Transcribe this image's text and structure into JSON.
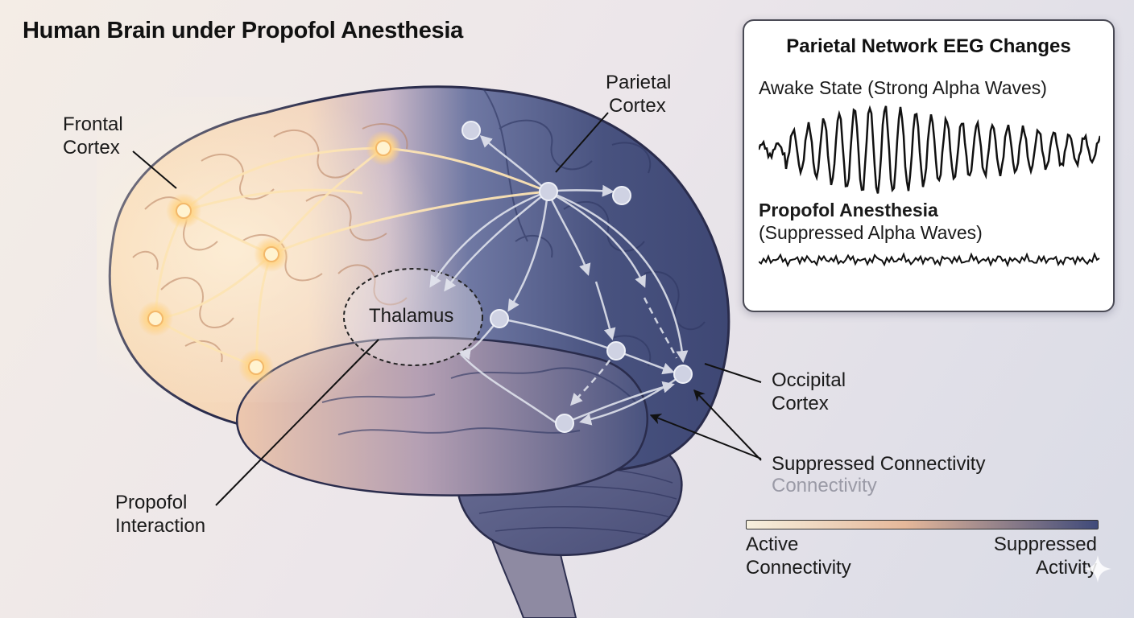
{
  "title": "Human Brain under Propofol Anesthesia",
  "labels": {
    "frontal_line1": "Frontal",
    "frontal_line2": "Cortex",
    "parietal_line1": "Parietal",
    "parietal_line2": "Cortex",
    "thalamus": "Thalamus",
    "occipital_line1": "Occipital",
    "occipital_line2": "Cortex",
    "propofol_line1": "Propofol",
    "propofol_line2": "Interaction",
    "suppressed_connectivity": "Suppressed Connectivity",
    "connectivity_echo": "Connectivity"
  },
  "eeg_panel": {
    "title": "Parietal Network EEG Changes",
    "awake_label": "Awake State (Strong Alpha Waves)",
    "propofol_title": "Propofol Anesthesia",
    "propofol_subtitle": "(Suppressed Alpha Waves)"
  },
  "legend": {
    "left_line1": "Active",
    "left_line2": "Connectivity",
    "right_line1": "Suppressed",
    "right_line2": "Activity",
    "gradient_start": "#f6f0de",
    "gradient_mid": "#e6b89a",
    "gradient_end": "#3f4a7a"
  },
  "colors": {
    "active": "#f6c67a",
    "suppressed": "#3e4878",
    "node_glow": "#fff1c4"
  },
  "icons": {
    "watermark": "sparkle-icon"
  }
}
